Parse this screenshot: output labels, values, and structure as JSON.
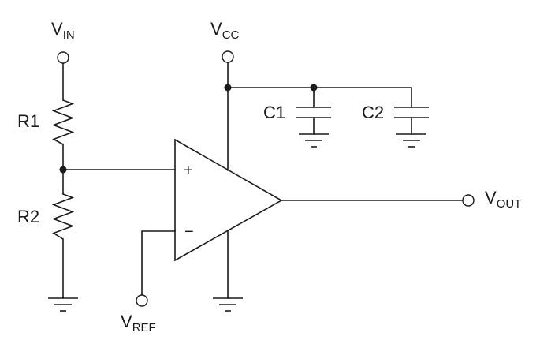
{
  "labels": {
    "vin": {
      "main": "V",
      "sub": "IN"
    },
    "vcc": {
      "main": "V",
      "sub": "CC"
    },
    "vout": {
      "main": "V",
      "sub": "OUT"
    },
    "vref": {
      "main": "V",
      "sub": "REF"
    },
    "r1": "R1",
    "r2": "R2",
    "c1": "C1",
    "c2": "C2"
  },
  "opamp": {
    "noninverting_sign": "+",
    "inverting_sign": "−"
  }
}
